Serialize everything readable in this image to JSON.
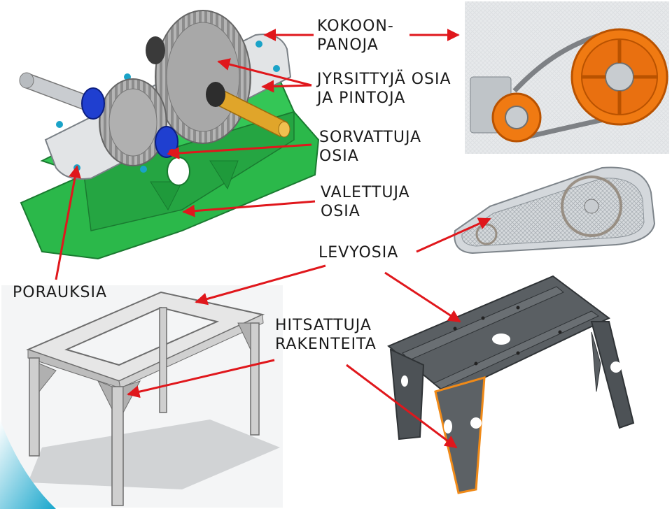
{
  "labels": {
    "assembly": [
      "KOKOON-",
      "PANOJA"
    ],
    "milled": [
      "JYRSITTYJÄ OSIA",
      "JA PINTOJA"
    ],
    "turned": [
      "SORVATTUJA",
      "OSIA"
    ],
    "cast": [
      "VALETTUJA",
      "OSIA"
    ],
    "sheet": [
      "LEVYOSIA"
    ],
    "drilled": [
      "PORAUKSIA"
    ],
    "welded": [
      "HITSATTUJA",
      "RAKENTEITA"
    ]
  },
  "colors": {
    "arrow": "#e0171c",
    "gearbox_housing": "#2bb84a",
    "gear_metal": "#9a9a9a",
    "bearing_blue": "#1f3fd0",
    "shaft_gold": "#e0a52a",
    "pulley_orange": "#f07a12",
    "table_frame": "#cfcfcf",
    "bench_dark": "#555a5e",
    "bench_orange_edge": "#f08a18",
    "accent_teal": "#1aa3c8"
  },
  "icons": [
    "gearbox-illustration",
    "belt-drive-illustration",
    "belt-guard-illustration",
    "welded-table-illustration",
    "sheet-metal-bench-illustration"
  ]
}
